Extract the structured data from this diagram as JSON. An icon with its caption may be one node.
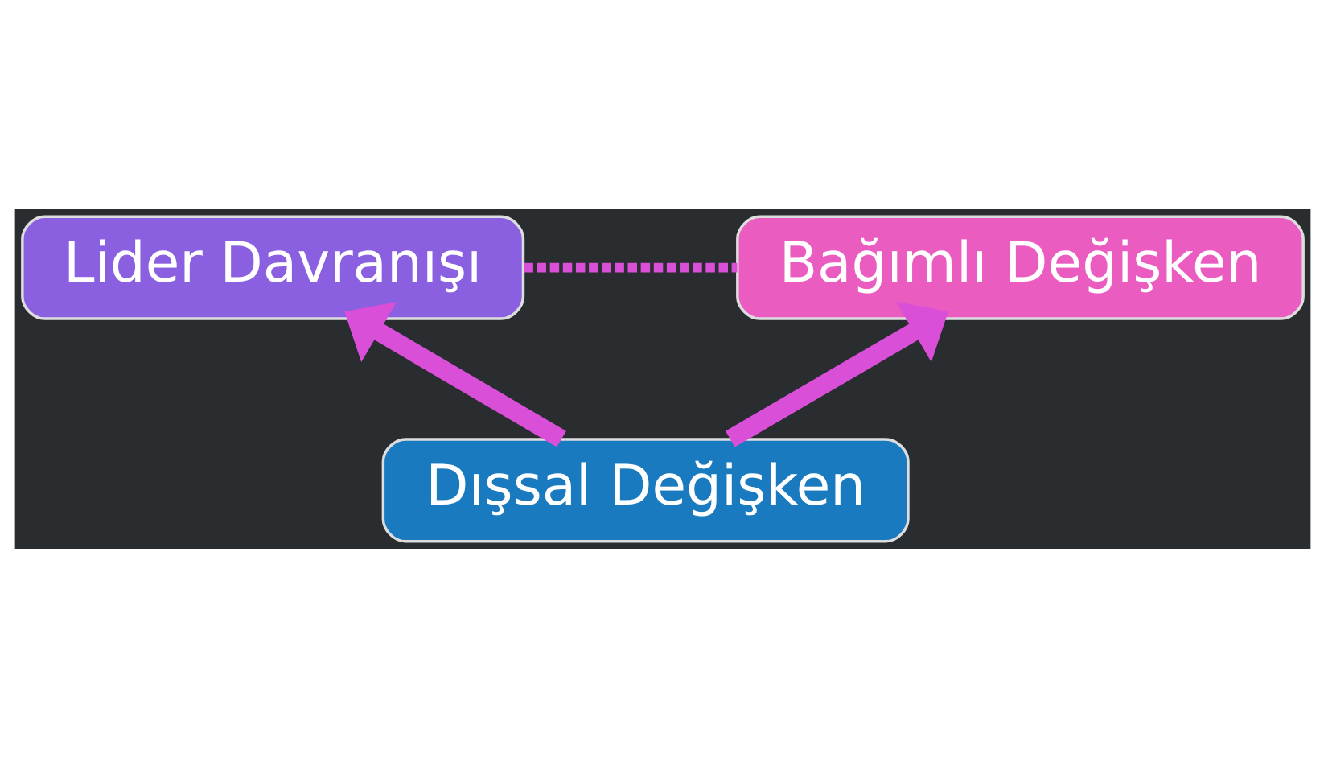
{
  "diagram": {
    "nodes": [
      {
        "text": [
          "Lider Davranışı"
        ]
      },
      {
        "text": [
          "Bağımlı Değişken"
        ]
      },
      {
        "text": [
          "Dışsal Değişken"
        ]
      }
    ],
    "edges": [
      {
        "from": 0,
        "to": 1,
        "arrow": "none",
        "style": "dashed"
      },
      {
        "from": 2,
        "to": 0,
        "arrow": "to"
      },
      {
        "from": 2,
        "to": 1,
        "arrow": "to"
      }
    ]
  }
}
